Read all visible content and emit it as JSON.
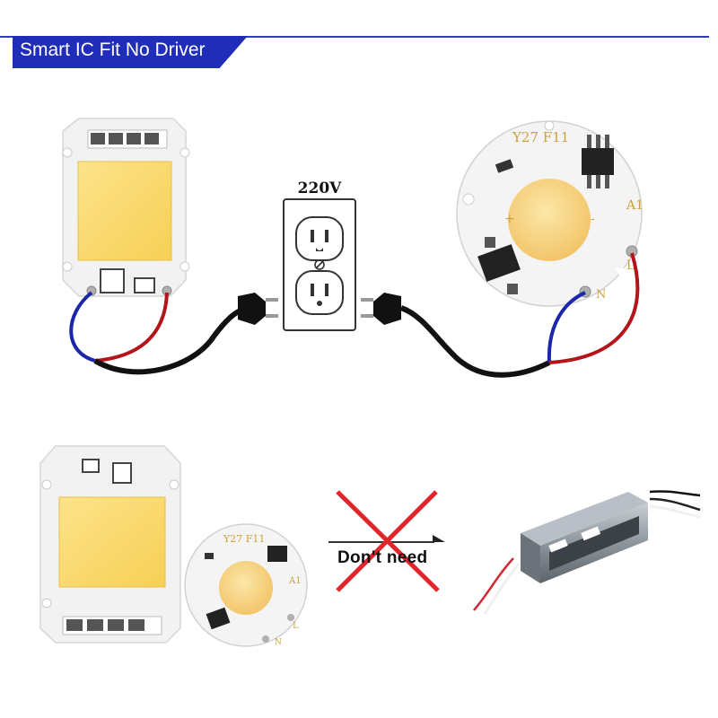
{
  "banner": {
    "title": "Smart IC Fit No Driver"
  },
  "outlet": {
    "voltage_label": "220V"
  },
  "chip_round": {
    "model_label": "Y27 F11",
    "pad_a1": "A1",
    "pad_l": "L",
    "pad_n": "N",
    "plus": "+",
    "minus": "-"
  },
  "no_driver": {
    "label": "Don't need"
  },
  "colors": {
    "banner": "#1f2db8",
    "cross": "#e0262b",
    "cob_yellow": "#fbdc6e",
    "wire_red": "#b3151b",
    "wire_blue": "#1b27a8",
    "wire_black": "#111111"
  },
  "icons": [
    "plug-icon",
    "outlet-icon",
    "cross-icon",
    "arrow-icon"
  ]
}
